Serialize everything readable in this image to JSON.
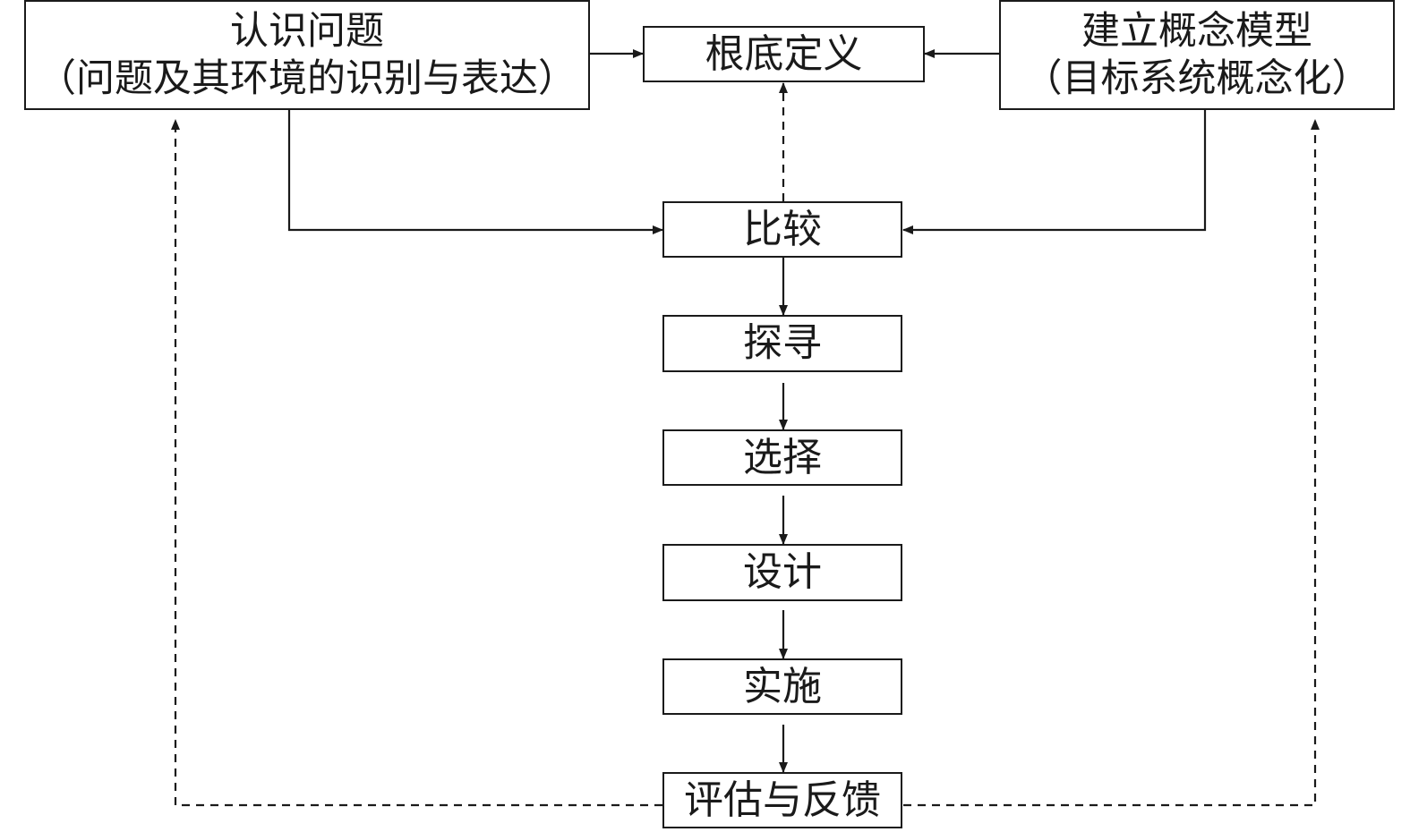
{
  "nodes": {
    "recognize": {
      "line1": "认识问题",
      "line2": "（问题及其环境的识别与表达）"
    },
    "root_definition": {
      "label": "根底定义"
    },
    "model": {
      "line1": "建立概念模型",
      "line2": "（目标系统概念化）"
    },
    "compare": {
      "label": "比较"
    },
    "explore": {
      "label": "探寻"
    },
    "select": {
      "label": "选择"
    },
    "design": {
      "label": "设计"
    },
    "implement": {
      "label": "实施"
    },
    "evaluate": {
      "label": "评估与反馈"
    }
  },
  "colors": {
    "stroke": "#1a1a1a",
    "background": "#ffffff"
  }
}
